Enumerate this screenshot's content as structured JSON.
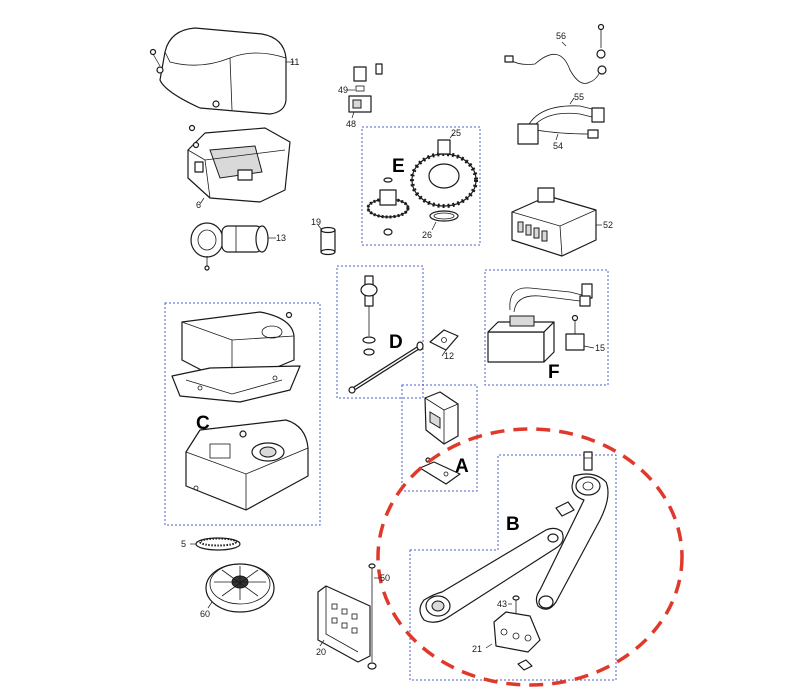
{
  "colors": {
    "line": "#1a1a1a",
    "group_box": "#4a5fd0",
    "highlight": "#e0392b",
    "background": "#ffffff"
  },
  "groups": {
    "A": "A",
    "B": "B",
    "C": "C",
    "D": "D",
    "E": "E",
    "F": "F"
  },
  "part_numbers": {
    "p5": "5",
    "p6": "6",
    "p11": "11",
    "p12": "12",
    "p13": "13",
    "p15": "15",
    "p19": "19",
    "p20": "20",
    "p21": "21",
    "p25": "25",
    "p26": "26",
    "p43": "43",
    "p48": "48",
    "p49": "49",
    "p50": "50",
    "p52": "52",
    "p54": "54",
    "p55": "55",
    "p56": "56",
    "p60": "60"
  }
}
